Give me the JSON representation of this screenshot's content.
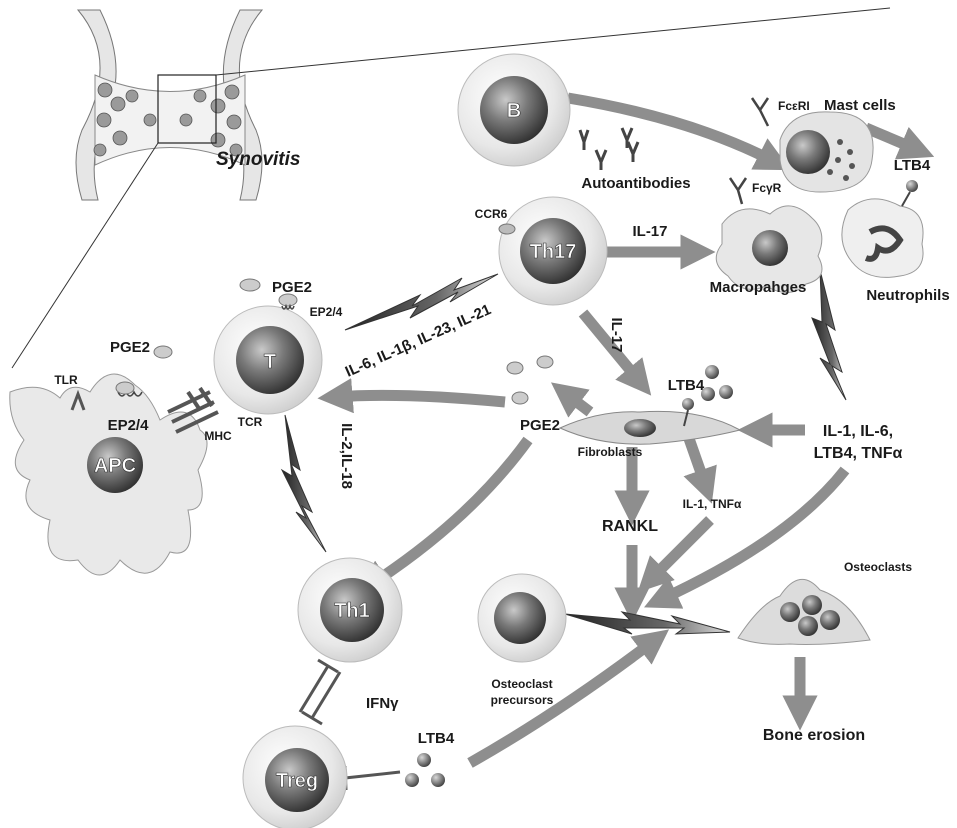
{
  "colors": {
    "arrow": "#8e8e8e",
    "cell_halo": "#ececec",
    "nucleus_dark": "#3a3a3a",
    "nucleus_light": "#a8a8a8",
    "line": "#333333"
  },
  "labels": {
    "synovitis": "Synovitis",
    "b_cell": "B",
    "autoantibodies": "Autoantibodies",
    "fc_epsilon_ri": "FcεRI",
    "mast_cells": "Mast cells",
    "ltb4_mast": "LTB4",
    "fc_gamma_r": "FcγR",
    "ccr6": "CCR6",
    "th17": "Th17",
    "il17_top": "IL-17",
    "macrophages": "Macropahges",
    "neutrophils": "Neutrophils",
    "pge2_t": "PGE2",
    "ep24_t": "EP2/4",
    "t_cell": "T",
    "cytokines_t": "IL-6, IL-1β, IL-23, IL-21",
    "il17_mid": "IL-17",
    "pge2_left": "PGE2",
    "tlr": "TLR",
    "ep24_apc": "EP2/4",
    "tcr": "TCR",
    "mhc": "MHC",
    "apc": "APC",
    "ltb4_fib": "LTB4",
    "pge2_fib": "PGE2",
    "fibroblasts": "Fibroblasts",
    "cytokines_right_1": "IL-1, IL-6,",
    "cytokines_right_2": "LTB4, TNFα",
    "il2_il18": "IL-2,IL-18",
    "il1_tnfa": "IL-1, TNFα",
    "rankl": "RANKL",
    "osteoclasts": "Osteoclasts",
    "th1": "Th1",
    "osteoclast_precursors_1": "Osteoclast",
    "osteoclast_precursors_2": "precursors",
    "ifn_gamma": "IFNγ",
    "bone_erosion": "Bone erosion",
    "ltb4_bottom": "LTB4",
    "treg": "Treg"
  }
}
